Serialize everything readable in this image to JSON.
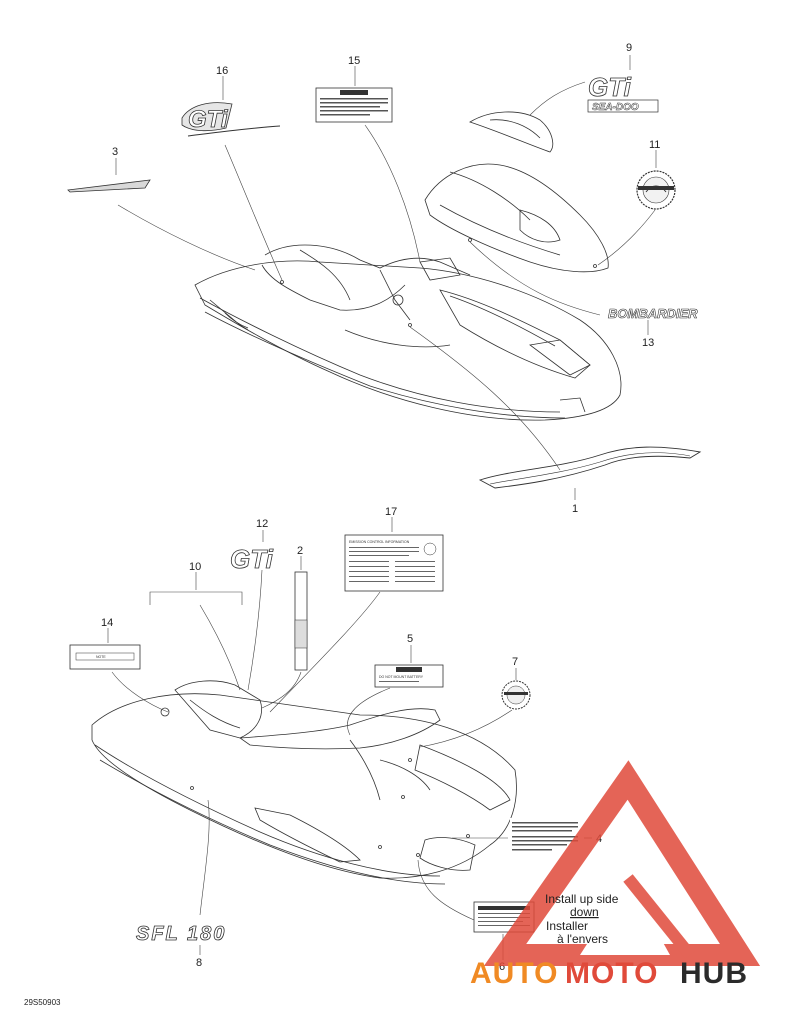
{
  "callouts": [
    "1",
    "2",
    "3",
    "4",
    "5",
    "6",
    "7",
    "8",
    "9",
    "10",
    "11",
    "12",
    "13",
    "14",
    "15",
    "16",
    "17"
  ],
  "decals": {
    "gti_logo": "GTi",
    "sea_doo": "SEA-DOO",
    "bombardier": "BOMBARDIER",
    "sfl_180": "SFL 180"
  },
  "label_texts": {
    "label_15_title": "CAUTION",
    "label_5_title": "WARNING",
    "label_5_text": "DO NOT MOUNT BATTERY",
    "label_17_title": "EMISSION CONTROL INFORMATION",
    "label_14_text": "NOTE"
  },
  "install_note": {
    "line1": "Install up side",
    "line2": "down",
    "line3": "Installer",
    "line4": "à l'envers"
  },
  "drawing_number": "29S50903",
  "watermark": {
    "part1": "AUTO",
    "part2": "MOTO",
    "part3": "HUB",
    "color_dark": "#2b2b2b",
    "color_accent": "#e04a3a",
    "color_orange": "#f08a24"
  }
}
